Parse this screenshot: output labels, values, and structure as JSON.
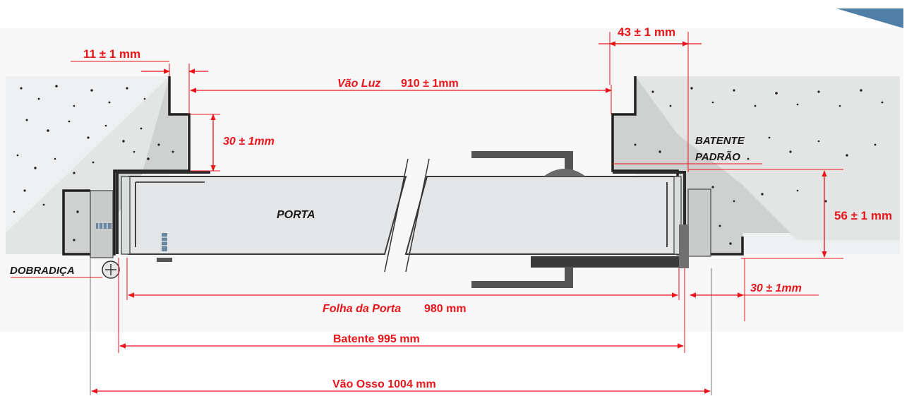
{
  "labels": {
    "porta": "PORTA",
    "dobradica": "DOBRADIÇA",
    "batente_padrao_1": "BATENTE",
    "batente_padrao_2": "PADRÃO"
  },
  "dimensions": {
    "folga_esquerda": "11 ± 1 mm",
    "vao_luz_name": "Vão Luz",
    "vao_luz_value": "910 ± 1mm",
    "batente_direito": "43 ± 1 mm",
    "profundidade_esquerda": "30 ± 1mm",
    "profundidade_direita": "30 ± 1mm",
    "espessura": "56 ± 1 mm",
    "folha_name": "Folha da Porta",
    "folha_value": "980 mm",
    "batente_total": "Batente 995 mm",
    "vao_osso": "Vão Osso 1004 mm"
  },
  "colors": {
    "dimension": "#e8151b",
    "label": "#1a1a1a",
    "concrete": "#cfd1d1",
    "wall_light": "#e3e5e5",
    "corner_accent": "#4f7fa6"
  }
}
